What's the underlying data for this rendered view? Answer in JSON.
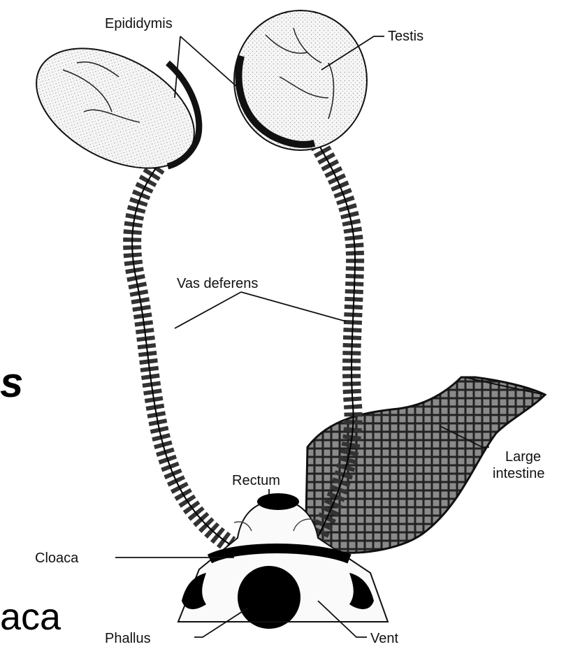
{
  "labels": {
    "epididymis": "Epididymis",
    "testis": "Testis",
    "vas_deferens": "Vas deferens",
    "rectum": "Rectum",
    "large_intestine_line1": "Large",
    "large_intestine_line2": "intestine",
    "cloaca": "Cloaca",
    "phallus": "Phallus",
    "vent": "Vent"
  },
  "background_text": {
    "fragment_s": "s",
    "fragment_aca": "aca"
  }
}
